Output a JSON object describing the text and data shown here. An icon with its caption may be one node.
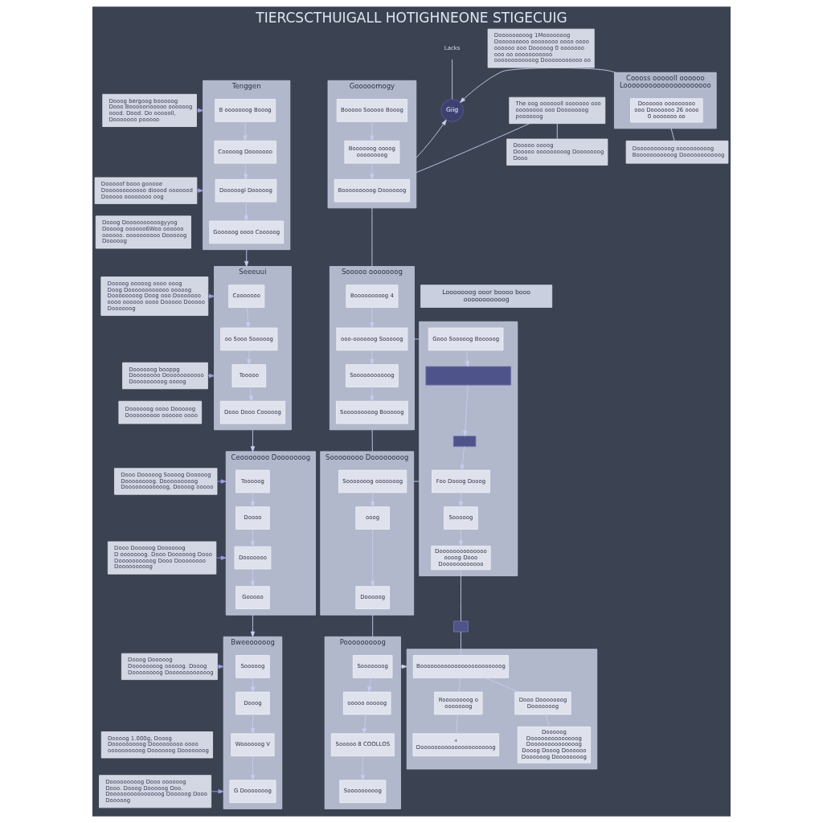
{
  "diagram": {
    "title": "TIERCSCTHUIGALL HOTIGHNEONE STIGECUIG",
    "nodes": [
      {
        "text": [
          "Lacks"
        ]
      },
      {
        "text": [
          "Giig"
        ]
      },
      {
        "text": [
          "Dooog bergoog booooog",
          "Dooo Booooonooooo oooooog oood. Dood. Do oooooll, Dooooooo pooooo"
        ]
      },
      {
        "text": [
          "Dooooof booo gooooe",
          "Doooooooooooo dioood ooooood Dooooo oooooooo oog"
        ]
      },
      {
        "text": [
          "Dooog Doooooooooogyyog",
          "Doooog oooooo6Woo oooooo oooooo. oooooooooo Dooooog Dooooog"
        ]
      },
      {
        "text": [
          "Doooog ooooog oooo ooog",
          "Doog Doooooooooooo ooooog Doooooooog Doog ooo Dooooooo oooo oooooo oooo Dooooo Dooooo Doooooog"
        ]
      },
      {
        "text": [
          "Doooooog booppg",
          "Doooooooo Dooooooooooo Dooooooooog oooog"
        ]
      },
      {
        "text": [
          "Doooooog oooo Dooooog",
          "Dooooooooo oooooo oooo"
        ]
      },
      {
        "text": [
          "Dooo Dooooog Soooog Dooooog",
          "Doooooooog. Dooooooooog Doooooooooooog, Doooog ooooo"
        ]
      },
      {
        "text": [
          "Dooo Dooooog Doooooog",
          "D ooooooog. Dooo Doooooog Dooo Doooooooooog Dooo Doooooooo Dooooooooog"
        ]
      },
      {
        "text": [
          "Dooog Dooooog",
          "Doooooooog ooooog. Dooog Doooooooog Doooooooooooog"
        ]
      },
      {
        "text": [
          "Doooog 1.000g, Dooog",
          "Dooooooooog Dooooooooo oooo oooooooooog Doooooog Dooooooog"
        ]
      },
      {
        "text": [
          "Dooooooooog Dooo oooooog",
          "Dooo. Dooog Dooooog Doo. Dooooooooooooooog Dooooog Dooo Dooooog"
        ]
      },
      {
        "text": [
          "Tenggen"
        ]
      },
      {
        "text": [
          "B ooooooog Booog"
        ],
        "in": 13
      },
      {
        "text": [
          "Cooooog Dooooooo"
        ],
        "in": 13
      },
      {
        "text": [
          "Dooooogl Dooooog"
        ],
        "in": 13
      },
      {
        "text": [
          "Gooooog oooo Cooooog"
        ],
        "in": 13
      },
      {
        "text": [
          "Seeeuui"
        ]
      },
      {
        "text": [
          "Cooooooo"
        ],
        "in": 18
      },
      {
        "text": [
          "oo Sooo Sooooog"
        ],
        "in": 18
      },
      {
        "text": [
          "Tooooo"
        ],
        "in": 18
      },
      {
        "text": [
          "Dooo Dooo Cooooog"
        ],
        "in": 18
      },
      {
        "text": [
          "Ceooooooo Dooooooog"
        ]
      },
      {
        "text": [
          "Tooooog"
        ],
        "in": 23
      },
      {
        "text": [
          "Doooo"
        ],
        "in": 23
      },
      {
        "text": [
          "Dooooooo"
        ],
        "in": 23
      },
      {
        "text": [
          "Gooooo"
        ],
        "in": 23
      },
      {
        "text": [
          "Bweeooooog"
        ]
      },
      {
        "text": [
          "Sooooog"
        ],
        "in": 28
      },
      {
        "text": [
          "Dooog"
        ],
        "in": 28
      },
      {
        "text": [
          "Woooooog V"
        ],
        "in": 28
      },
      {
        "text": [
          "G Dooooooog"
        ],
        "in": 28
      },
      {
        "text": [
          "Gooooomogy"
        ]
      },
      {
        "text": [
          "Booooo Sooooo Booog"
        ],
        "in": 33
      },
      {
        "text": [
          "Boooooog oooog oooooooog"
        ],
        "in": 33
      },
      {
        "text": [
          "Booooooooog Doooooog"
        ],
        "in": 33
      },
      {
        "text": [
          "Sooooo ooooooog"
        ]
      },
      {
        "text": [
          "Booooooooog 4"
        ],
        "in": 37
      },
      {
        "text": [
          "ooo-oooooog Sooooog"
        ],
        "in": 37
      },
      {
        "text": [
          "Sooooooooooog"
        ],
        "in": 37
      },
      {
        "text": [
          "Sooooooooog Booooog"
        ],
        "in": 37
      },
      {
        "text": [
          "Soooooooo Doooooooog"
        ]
      },
      {
        "text": [
          "Sooooooog ooooooog"
        ],
        "in": 42
      },
      {
        "text": [
          "ooog"
        ],
        "in": 42
      },
      {
        "text": [
          "Dooooog"
        ],
        "in": 42
      },
      {
        "text": [
          "Pooooooooog"
        ]
      },
      {
        "text": [
          "Sooooooog"
        ],
        "in": 46
      },
      {
        "text": [
          "ooooo ooooog"
        ],
        "in": 46
      },
      {
        "text": [
          "Sooooo 8 COOLLOS"
        ],
        "in": 46
      },
      {
        "text": [
          "Sooooooooog"
        ],
        "in": 46
      },
      {
        "text": [
          "Coooss oooooll oooooo",
          "Looooooooooooooooooooo"
        ]
      },
      {
        "text": [
          "The oog ooooooll ooooooo ooo oooooooo ooo Dooooooog poooooog"
        ]
      },
      {
        "text": [
          "Dooooooooog 1Mooooooog",
          "Dooooooooo oooooooo oooo oooo oooooo ooo Dooooog 0 ooooooo ooo oo ooooooooooo oooooooooooog Dooooooooooo oo"
        ]
      },
      {
        "text": [
          "Dooooo oooog",
          "Dooooo ooooooooog Dooooooog Dooo"
        ]
      },
      {
        "text": [
          "Doooooo ooooooooo ooo Dooooooo 26 oooo 0 ooooooo oo"
        ],
        "in": 51
      },
      {
        "text": [
          "Doooooooooog oooooooooog Booooooooooog Dooooooooooog"
        ]
      },
      {
        "text": [
          "Looooooog ooor boooo booo",
          "ooooooooooog"
        ]
      },
      {
        "text": [],
        "shape": "box"
      },
      {
        "text": [
          "Gooo Sooooog Booooog"
        ],
        "in": 58
      },
      {
        "text": [],
        "shape": "box",
        "in": 58
      },
      {
        "text": [],
        "shape": "box",
        "in": 58
      },
      {
        "text": [
          "Foo Dooog Dooog"
        ],
        "in": 58
      },
      {
        "text": [
          "Sooooog"
        ],
        "in": 58
      },
      {
        "text": [
          "Doooooooooooooo oooog Dooo Doooooooooooo"
        ],
        "in": 58
      },
      {
        "text": [],
        "shape": "box"
      },
      {
        "text": [],
        "shape": "box"
      },
      {
        "text": [
          "Boooooooooooooooooooooooog"
        ],
        "in": 66
      },
      {
        "text": [
          "Roooooooog o ooooooog"
        ],
        "in": 66
      },
      {
        "text": [
          "Dooo Dooooooog Dooooooog"
        ],
        "in": 66
      },
      {
        "text": [
          "Dooooog Doooooooooooooog Doooooooooooooog Dooog Dooog Doooooo Doooooog Doooooooog"
        ],
        "in": 66
      },
      {
        "text": [
          "* Dooooooooooooooooooooog"
        ],
        "in": 66
      }
    ],
    "edges": [
      {
        "from": 0,
        "to": 1,
        "arrow": "none"
      },
      {
        "from": 33,
        "to": 1,
        "arrow": "to"
      },
      {
        "from": 51,
        "to": 1,
        "arrow": "to"
      },
      {
        "from": 2,
        "to": 13,
        "arrow": "to",
        "color": "#9c9de6"
      },
      {
        "from": 3,
        "to": 13,
        "arrow": "to",
        "color": "#9c9de6"
      },
      {
        "from": 5,
        "to": 18,
        "arrow": "to",
        "color": "#9c9de6"
      },
      {
        "from": 6,
        "to": 18,
        "arrow": "to",
        "color": "#9c9de6"
      },
      {
        "from": 8,
        "to": 23,
        "arrow": "to",
        "color": "#9c9de6"
      },
      {
        "from": 9,
        "to": 23,
        "arrow": "to",
        "color": "#9c9de6"
      },
      {
        "from": 10,
        "to": 28,
        "arrow": "to",
        "color": "#9c9de6"
      },
      {
        "from": 12,
        "to": 28,
        "arrow": "to",
        "color": "#9c9de6"
      },
      {
        "from": 13,
        "to": 18,
        "arrow": "to"
      },
      {
        "from": 18,
        "to": 23,
        "arrow": "to"
      },
      {
        "from": 23,
        "to": 28,
        "arrow": "to"
      },
      {
        "from": 14,
        "to": 15,
        "arrow": "to"
      },
      {
        "from": 15,
        "to": 16,
        "arrow": "to"
      },
      {
        "from": 16,
        "to": 17,
        "arrow": "to"
      },
      {
        "from": 19,
        "to": 20,
        "arrow": "to"
      },
      {
        "from": 20,
        "to": 21,
        "arrow": "to"
      },
      {
        "from": 21,
        "to": 22,
        "arrow": "to"
      },
      {
        "from": 24,
        "to": 25,
        "arrow": "to"
      },
      {
        "from": 25,
        "to": 26,
        "arrow": "to"
      },
      {
        "from": 26,
        "to": 27,
        "arrow": "to"
      },
      {
        "from": 29,
        "to": 30,
        "arrow": "to"
      },
      {
        "from": 30,
        "to": 31,
        "arrow": "to"
      },
      {
        "from": 31,
        "to": 32,
        "arrow": "to"
      },
      {
        "from": 33,
        "to": 37,
        "arrow": "none"
      },
      {
        "from": 37,
        "to": 42,
        "arrow": "none"
      },
      {
        "from": 42,
        "to": 46,
        "arrow": "none"
      },
      {
        "from": 34,
        "to": 35,
        "arrow": "to"
      },
      {
        "from": 35,
        "to": 36,
        "arrow": "to"
      },
      {
        "from": 38,
        "to": 39,
        "arrow": "to"
      },
      {
        "from": 39,
        "to": 40,
        "arrow": "to"
      },
      {
        "from": 40,
        "to": 41,
        "arrow": "to"
      },
      {
        "from": 43,
        "to": 44,
        "arrow": "to"
      },
      {
        "from": 44,
        "to": 45,
        "arrow": "to"
      },
      {
        "from": 47,
        "to": 48,
        "arrow": "to"
      },
      {
        "from": 48,
        "to": 49,
        "arrow": "to"
      },
      {
        "from": 49,
        "to": 50,
        "arrow": "to"
      },
      {
        "from": 33,
        "to": 52,
        "arrow": "none"
      },
      {
        "from": 52,
        "to": 54,
        "arrow": "none"
      },
      {
        "from": 51,
        "to": 56,
        "arrow": "none"
      },
      {
        "from": 37,
        "to": 58,
        "arrow": "none"
      },
      {
        "from": 42,
        "to": 58,
        "arrow": "none"
      },
      {
        "from": 46,
        "to": 66,
        "arrow": "to"
      },
      {
        "from": 59,
        "to": 60,
        "arrow": "to"
      },
      {
        "from": 60,
        "to": 61,
        "arrow": "to"
      },
      {
        "from": 61,
        "to": 62,
        "arrow": "to"
      },
      {
        "from": 62,
        "to": 63,
        "arrow": "to"
      },
      {
        "from": 63,
        "to": 64,
        "arrow": "to"
      },
      {
        "from": 64,
        "to": 65,
        "arrow": "none"
      },
      {
        "from": 65,
        "to": 67,
        "arrow": "none"
      },
      {
        "from": 67,
        "to": 68,
        "arrow": "none"
      },
      {
        "from": 67,
        "to": 69,
        "arrow": "none"
      },
      {
        "from": 69,
        "to": 70,
        "arrow": "none"
      },
      {
        "from": 68,
        "to": 71,
        "arrow": "none"
      }
    ]
  }
}
